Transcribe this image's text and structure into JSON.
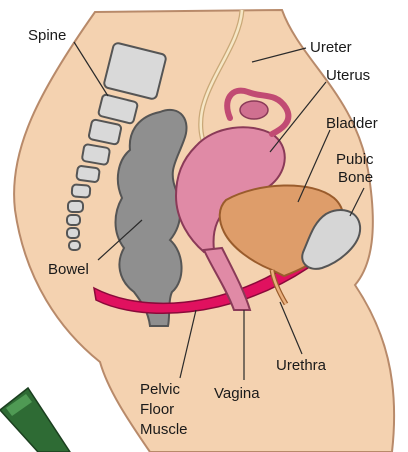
{
  "labels": {
    "spine": "Spine",
    "ureter": "Ureter",
    "uterus": "Uterus",
    "bladder": "Bladder",
    "pubic_bone_line1": "Pubic",
    "pubic_bone_line2": "Bone",
    "bowel": "Bowel",
    "urethra": "Urethra",
    "vagina": "Vagina",
    "pelvic_floor_line1": "Pelvic",
    "pelvic_floor_line2": "Floor",
    "pelvic_floor_line3": "Muscle"
  },
  "colors": {
    "skin": "#f4d2b0",
    "skin_outline": "#b88a6a",
    "vertebra": "#d9d9d9",
    "bowel": "#8f8f8f",
    "uterus": "#e08aa6",
    "bladder": "#de9d6a",
    "pelvic_floor": "#e0115f",
    "pubic_bone": "#d6d6d6",
    "device": "#2e6b34"
  }
}
